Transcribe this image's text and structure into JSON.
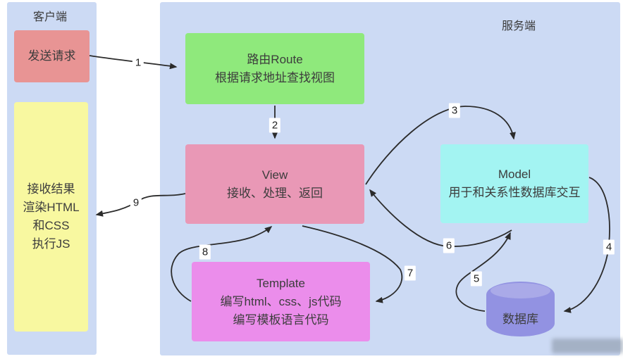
{
  "client": {
    "title": "客户端",
    "send_request": {
      "label": "发送请求"
    },
    "receive_result": {
      "lines": [
        "接收结果",
        "渲染HTML",
        "和CSS",
        "执行JS"
      ]
    }
  },
  "server": {
    "title": "服务端",
    "route": {
      "title": "路由Route",
      "subtitle": "根据请求地址查找视图"
    },
    "view": {
      "title": "View",
      "subtitle": "接收、处理、返回"
    },
    "model": {
      "title": "Model",
      "subtitle": "用于和关系性数据库交互"
    },
    "template": {
      "title": "Template",
      "line1": "编写html、css、js代码",
      "line2": "编写模板语言代码"
    },
    "database": {
      "label": "数据库"
    }
  },
  "arrow_labels": [
    "1",
    "2",
    "3",
    "4",
    "5",
    "6",
    "7",
    "8",
    "9"
  ],
  "colors": {
    "panel_bg": "#ccdaf4",
    "send_request_bg": "#e89494",
    "receive_bg": "#f8f8a0",
    "route_bg": "#8fe97c",
    "view_bg": "#e998b6",
    "model_bg": "#a3f4f2",
    "template_bg": "#eb8deb",
    "database_bg": "#9292e2",
    "arrow": "#2b2b2b"
  }
}
